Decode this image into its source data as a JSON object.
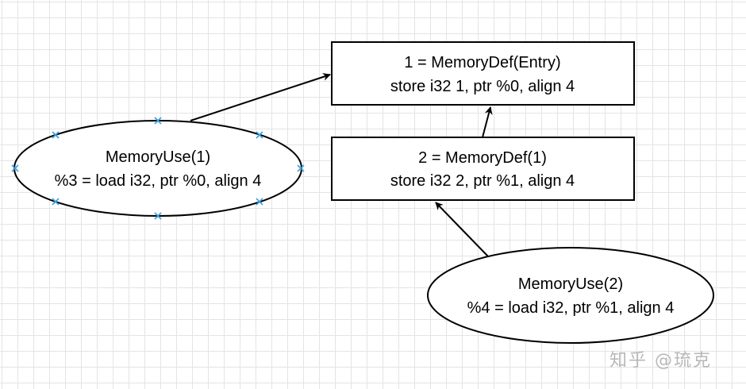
{
  "nodes": {
    "def1": {
      "line1": "1 = MemoryDef(Entry)",
      "line2": "store i32 1, ptr %0, align 4"
    },
    "def2": {
      "line1": "2 = MemoryDef(1)",
      "line2": "store i32 2, ptr %1, align 4"
    },
    "use1": {
      "line1": "MemoryUse(1)",
      "line2": "%3 = load i32, ptr %0, align 4"
    },
    "use2": {
      "line1": "MemoryUse(2)",
      "line2": "%4 = load i32, ptr %1, align 4"
    }
  },
  "edges": [
    {
      "from": "use1",
      "to": "def1"
    },
    {
      "from": "def2",
      "to": "def1"
    },
    {
      "from": "use2",
      "to": "def2"
    }
  ],
  "selection_marker_color": "#3aa0dc",
  "watermark": "知乎 @琉克"
}
